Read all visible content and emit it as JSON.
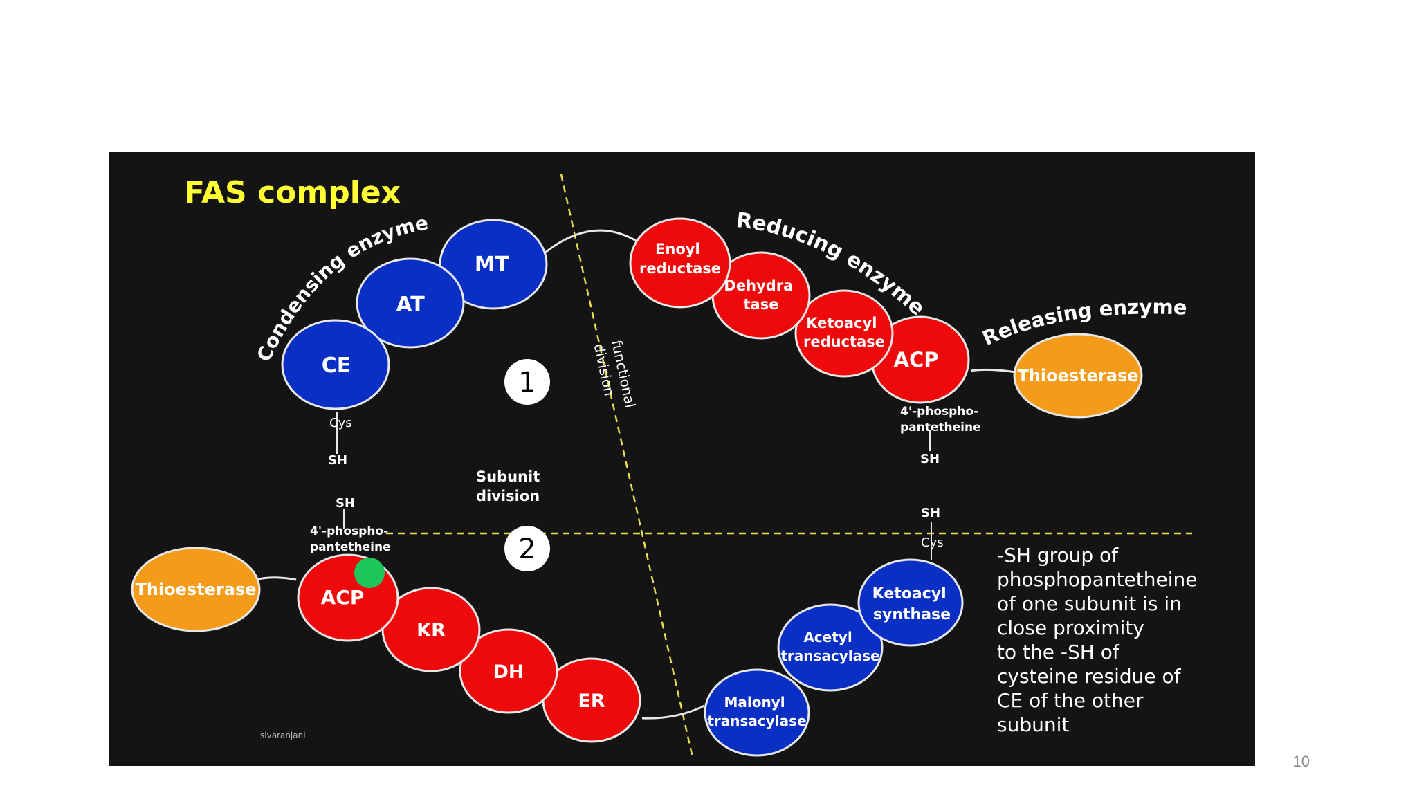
{
  "title": "FAS complex",
  "colors": {
    "board": "#141414",
    "title": "#ffff33",
    "blue_enzyme": "#0a2fc4",
    "red_enzyme": "#ee0a0a",
    "orange_enzyme": "#f49b1a",
    "dashed_line": "#e6e04a",
    "green_dot": "#1ec75b"
  },
  "subunit1": {
    "marker": "1",
    "condensing_label": "Condensing enzyme",
    "reducing_label": "Reducing enzyme",
    "releasing_label": "Releasing enzyme",
    "ce": "CE",
    "at": "AT",
    "mt": "MT",
    "enoyl_reductase": [
      "Enoyl",
      "reductase"
    ],
    "dehydratase": [
      "Dehydra",
      "tase"
    ],
    "ketoacyl_reductase": [
      "Ketoacyl",
      "reductase"
    ],
    "acp": "ACP",
    "thioesterase": "Thioesterase",
    "cys_label": "Cys",
    "cys_sh": "SH",
    "phospho_label": [
      "4'-phospho-",
      "pantetheine"
    ],
    "phospho_sh": "SH"
  },
  "subunit2": {
    "marker": "2",
    "thioesterase": "Thioesterase",
    "acp": "ACP",
    "kr": "KR",
    "dh": "DH",
    "er": "ER",
    "malonyl": [
      "Malonyl",
      "transacylase"
    ],
    "acetyl": [
      "Acetyl",
      "transacylase"
    ],
    "ketoacyl_synthase": [
      "Ketoacyl",
      "synthase"
    ],
    "sh_top": "SH",
    "phospho_label": [
      "4'-phospho-",
      "pantetheine"
    ],
    "cys_sh": "SH",
    "cys_label": "Cys"
  },
  "functional_division": [
    "functional",
    "division"
  ],
  "subunit_division": [
    "Subunit",
    "division"
  ],
  "note": [
    "-SH group of",
    "phosphopantetheine",
    "of one subunit is in",
    "close proximity",
    "to the -SH of",
    "cysteine residue of",
    "CE of the other",
    "subunit"
  ],
  "author": "sivaranjani",
  "page_number": "10"
}
